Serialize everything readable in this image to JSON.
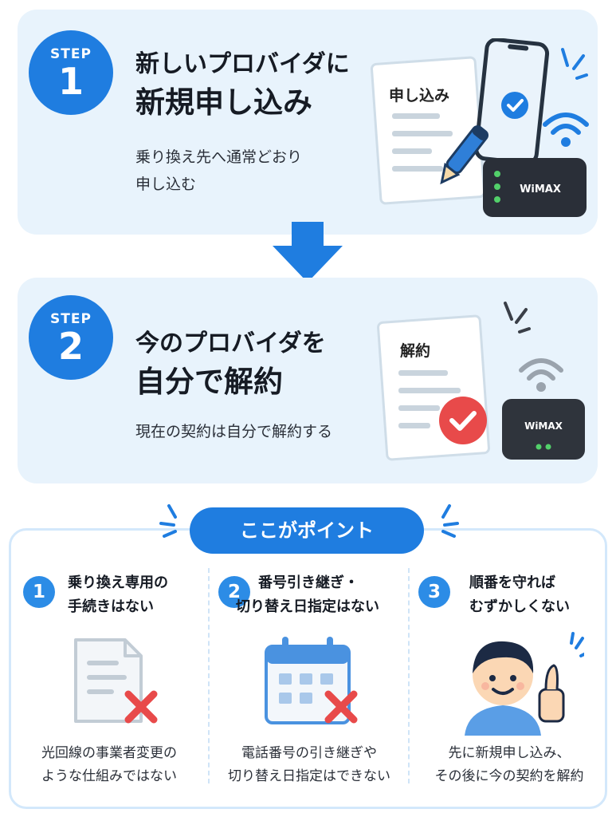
{
  "colors": {
    "accent": "#1f7de0",
    "card_bg": "#e8f3fc",
    "error_red": "#e84a4a",
    "check_blue": "#2c8ce6"
  },
  "step1": {
    "badge_label": "STEP",
    "badge_number": "1",
    "title_line1": "新しいプロバイダに",
    "title_line2": "新規申し込み",
    "desc_line1": "乗り換え先へ通常どおり",
    "desc_line2": "申し込む",
    "doc_label": "申し込み",
    "device_label": "WiMAX",
    "icons": [
      "application-document-icon",
      "pen-icon",
      "smartphone-check-icon",
      "wifi-icon",
      "wimax-router-icon"
    ]
  },
  "step2": {
    "badge_label": "STEP",
    "badge_number": "2",
    "title_line1": "今のプロバイダを",
    "title_line2": "自分で解約",
    "desc": "現在の契約は自分で解約する",
    "doc_label": "解約",
    "device_label": "WiMAX",
    "icons": [
      "cancellation-document-icon",
      "red-check-icon",
      "wifi-icon",
      "wimax-router-icon"
    ]
  },
  "points": {
    "heading": "ここがポイント",
    "items": [
      {
        "number": "1",
        "title_line1": "乗り換え専用の",
        "title_line2": "手続きはない",
        "desc_line1": "光回線の事業者変更の",
        "desc_line2": "ような仕組みではない",
        "icon": "document-cross-icon"
      },
      {
        "number": "2",
        "title_line1": "番号引き継ぎ・",
        "title_line2": "切り替え日指定はない",
        "desc_line1": "電話番号の引き継ぎや",
        "desc_line2": "切り替え日指定はできない",
        "icon": "calendar-cross-icon"
      },
      {
        "number": "3",
        "title_line1": "順番を守れば",
        "title_line2": "むずかしくない",
        "desc_line1": "先に新規申し込み、",
        "desc_line2": "その後に今の契約を解約",
        "icon": "thumbs-up-person-icon"
      }
    ]
  }
}
